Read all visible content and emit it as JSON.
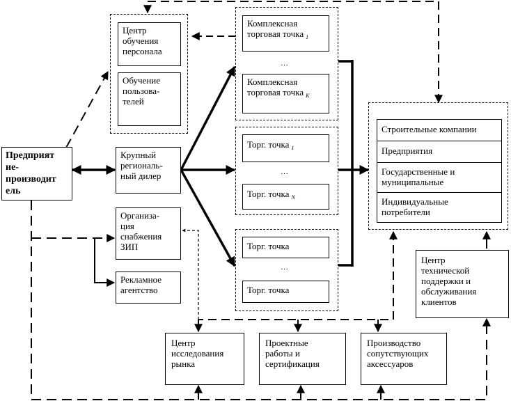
{
  "enterprise": {
    "line1": "Предприят",
    "line2": "ие-",
    "line3": "производит",
    "line4": "ель"
  },
  "training": {
    "center": [
      "Центр",
      "обучения",
      "персонала"
    ],
    "users": [
      "Обучение",
      "пользова-",
      "телей"
    ]
  },
  "complex_points": {
    "first": {
      "line1": "Комплексная",
      "line2": "торговая точка",
      "index": "1"
    },
    "ellipsis": "…",
    "last": {
      "line1": "Комплексная",
      "line2": "торговая точка",
      "index": "K"
    }
  },
  "dealer": [
    "Крупный",
    "региональ-",
    "ный дилер"
  ],
  "trade_points_n": {
    "first": {
      "label": "Торг. точка",
      "index": "1"
    },
    "ellipsis": "…",
    "last": {
      "label": "Торг. точка",
      "index": "N"
    }
  },
  "trade_points_plain": {
    "first": "Торг. точка",
    "ellipsis": "…",
    "last": "Торг. точка"
  },
  "supply": [
    "Организа-",
    "ция",
    "снабжения",
    "ЗИП"
  ],
  "advertising": [
    "Рекламное",
    "агентство"
  ],
  "consumers": [
    "Строительные компании",
    "Предприятия",
    "Государственные и",
    "муниципальные",
    "Индивидуальные",
    "потребители"
  ],
  "tech_center": [
    "Центр",
    "технической",
    "поддержки и",
    "обслуживания",
    "клиентов"
  ],
  "market_research": [
    "Центр",
    "исследования",
    "рынка"
  ],
  "design": [
    "Проектные",
    "работы и",
    "сертификация"
  ],
  "accessories": [
    "Производство",
    "сопутствующих",
    "аксессуаров"
  ]
}
